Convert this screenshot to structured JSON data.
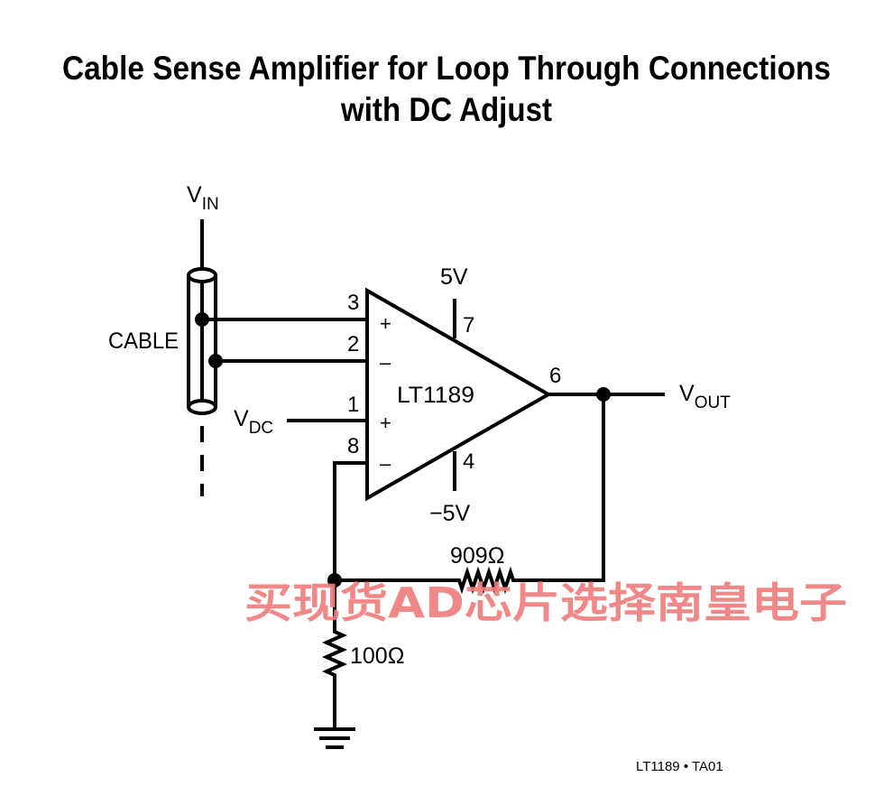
{
  "title": {
    "line1": "Cable Sense Amplifier for Loop Through Connections",
    "line2": "with DC Adjust"
  },
  "labels": {
    "vin_main": "V",
    "vin_sub": "IN",
    "cable": "CABLE",
    "vdc_main": "V",
    "vdc_sub": "DC",
    "vout_main": "V",
    "vout_sub": "OUT",
    "supply_pos": "5V",
    "supply_neg": "−5V",
    "chip": "LT1189",
    "r_feedback": "909Ω",
    "r_ground": "100Ω"
  },
  "pins": {
    "p3": "3",
    "p2": "2",
    "p1": "1",
    "p8": "8",
    "p7": "7",
    "p4": "4",
    "p6": "6"
  },
  "signs": {
    "plus_top": "+",
    "minus_top": "–",
    "plus_bottom": "+",
    "minus_bottom": "–"
  },
  "watermark": "买现货AD芯片选择南皇电子",
  "figure_ref": "LT1189 • TA01"
}
